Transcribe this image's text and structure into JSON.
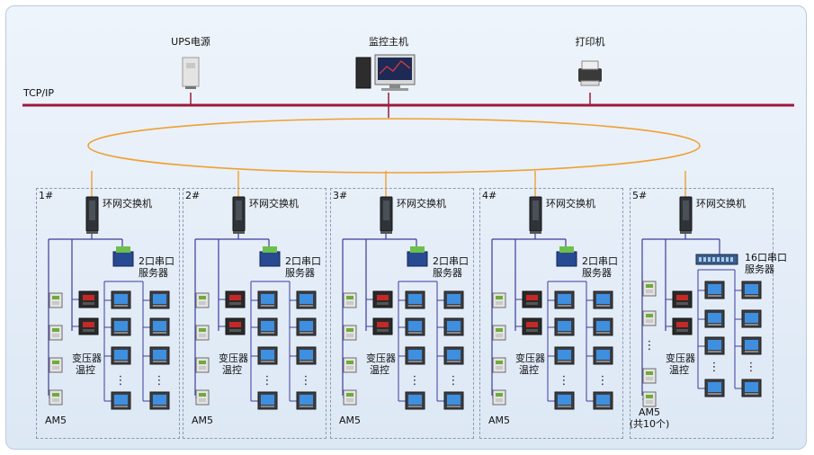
{
  "network": {
    "protocol_label": "TCP/IP",
    "ups_label": "UPS电源",
    "host_label": "监控主机",
    "printer_label": "打印机"
  },
  "sections": [
    {
      "id": "1#",
      "switch_label": "环网交换机",
      "server_label": [
        "2口串口",
        "服务器"
      ],
      "meter_label": "AM5",
      "meter_note": "",
      "temp_label": [
        "变压器",
        "温控"
      ]
    },
    {
      "id": "2#",
      "switch_label": "环网交换机",
      "server_label": [
        "2口串口",
        "服务器"
      ],
      "meter_label": "AM5",
      "meter_note": "",
      "temp_label": [
        "变压器",
        "温控"
      ]
    },
    {
      "id": "3#",
      "switch_label": "环网交换机",
      "server_label": [
        "2口串口",
        "服务器"
      ],
      "meter_label": "AM5",
      "meter_note": "",
      "temp_label": [
        "变压器",
        "温控"
      ]
    },
    {
      "id": "4#",
      "switch_label": "环网交换机",
      "server_label": [
        "2口串口",
        "服务器"
      ],
      "meter_label": "AM5",
      "meter_note": "",
      "temp_label": [
        "变压器",
        "温控"
      ]
    },
    {
      "id": "5#",
      "switch_label": "环网交换机",
      "server_label": [
        "16口串口",
        "服务器"
      ],
      "meter_label": "AM5",
      "meter_note": "(共10个)",
      "temp_label": [
        "变压器",
        "温控"
      ]
    }
  ],
  "dots": "⋮",
  "colors": {
    "bus": "#9b1b3a",
    "ring": "#f0a030",
    "wire": "#3c3c9c"
  }
}
